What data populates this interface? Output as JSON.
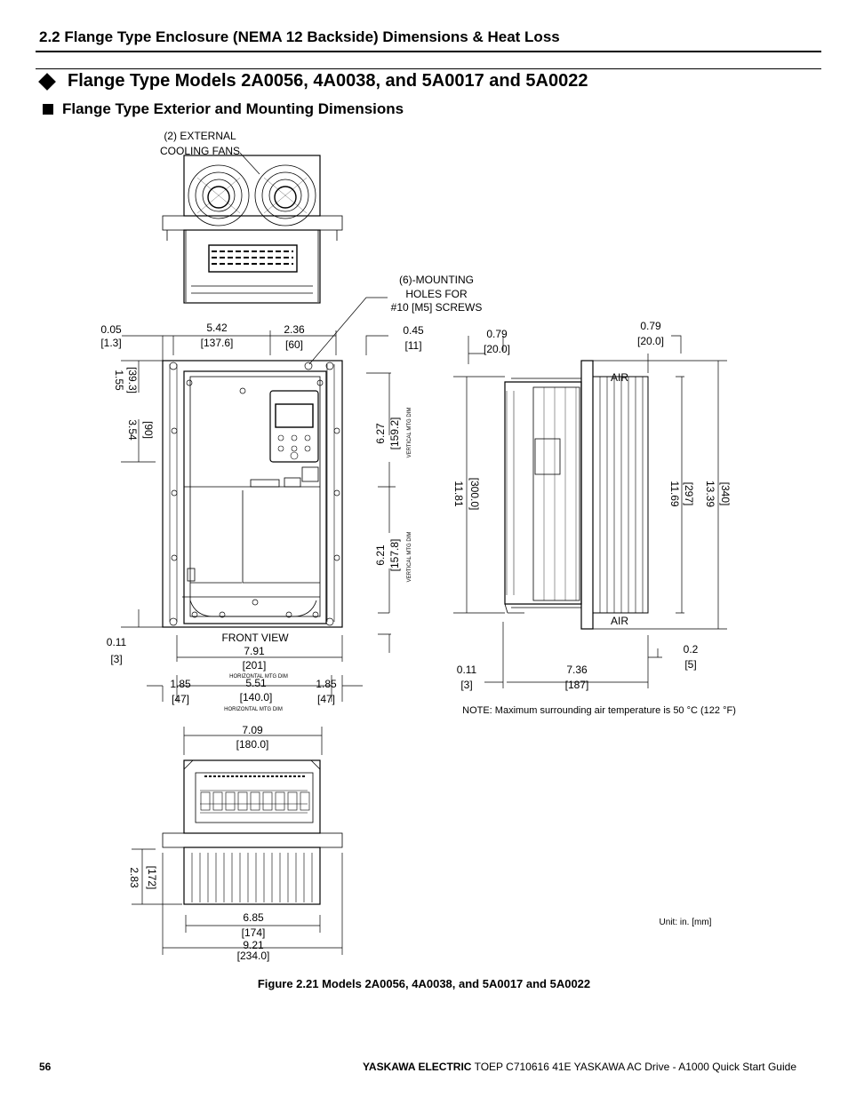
{
  "header": {
    "section_title": "2.2 Flange Type Enclosure (NEMA 12 Backside) Dimensions & Heat Loss",
    "heading": "Flange Type Models 2A0056, 4A0038, and 5A0017 and 5A0022",
    "subheading": "Flange Type Exterior and Mounting Dimensions"
  },
  "labels": {
    "fans_1": "(2) EXTERNAL",
    "fans_2": "COOLING FANS",
    "holes_1": "(6)-MOUNTING",
    "holes_2": "HOLES FOR",
    "holes_3": "#10 [M5] SCREWS",
    "front_view": "FRONT VIEW",
    "horiz_mtg": "HORIZONTAL MTG DIM",
    "vert_mtg": "VERTICAL MTG DIM",
    "air": "AIR",
    "note": "NOTE: Maximum surrounding air temperature is 50 °C (122 °F)",
    "unit": "Unit: in. [mm]"
  },
  "dims": {
    "d005": "0.05",
    "d005mm": "[1.3]",
    "d542": "5.42",
    "d542mm": "[137.6]",
    "d236": "2.36",
    "d236mm": "[60]",
    "d045": "0.45",
    "d045mm": "[11]",
    "d155": "1.55",
    "d155mm": "[39.3]",
    "d354": "3.54",
    "d354mm": "[90]",
    "d627": "6.27",
    "d627mm": "[159.2]",
    "d621": "6.21",
    "d621mm": "[157.8]",
    "d011": "0.11",
    "d011mm": "[3]",
    "d791": "7.91",
    "d791mm": "[201]",
    "d185": "1.85",
    "d185mm": "[47]",
    "d551": "5.51",
    "d551mm": "[140.0]",
    "d079": "0.79",
    "d079mm": "[20.0]",
    "d1181": "11.81",
    "d1181mm": "[300.0]",
    "d1169": "11.69",
    "d1169mm": "[297]",
    "d1339": "13.39",
    "d1339mm": "[340]",
    "d02": "0.2",
    "d02mm": "[5]",
    "d736": "7.36",
    "d736mm": "[187]",
    "d709": "7.09",
    "d709mm": "[180.0]",
    "d283": "2.83",
    "d283mm": "[172]",
    "d685": "6.85",
    "d685mm": "[174]",
    "d921": "9.21",
    "d921mm": "[234.0]"
  },
  "caption": "Figure 2.21  Models 2A0056, 4A0038, and 5A0017 and 5A0022",
  "footer": {
    "page": "56",
    "brand": "YASKAWA ELECTRIC",
    "doc": " TOEP C710616 41E YASKAWA AC Drive - A1000 Quick Start Guide"
  }
}
